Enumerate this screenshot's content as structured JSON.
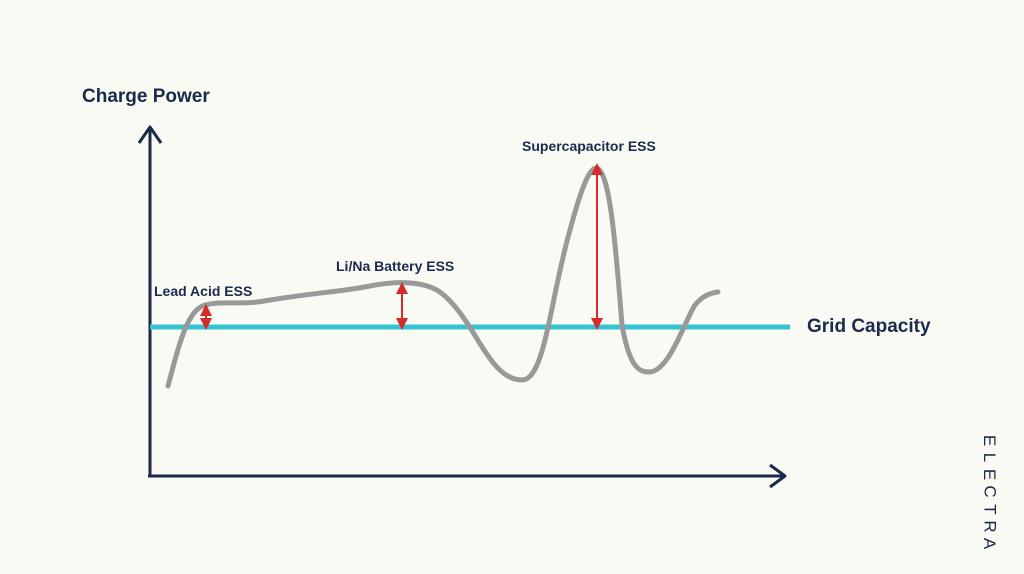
{
  "labels": {
    "y_axis": "Charge Power",
    "grid": "Grid Capacity",
    "lead_acid": "Lead Acid ESS",
    "li_na": "Li/Na Battery ESS",
    "supercap": "Supercapacitor ESS"
  },
  "brand": {
    "name": "ELECTRA",
    "letters": [
      "E",
      "L",
      "E",
      "C",
      "T",
      "R",
      "A"
    ]
  },
  "colors": {
    "background": "#fafaf5",
    "axis": "#1b2a4a",
    "curve": "#999999",
    "grid_line": "#35c3d4",
    "arrow": "#d62b2b",
    "text": "#1b2a4a"
  }
}
